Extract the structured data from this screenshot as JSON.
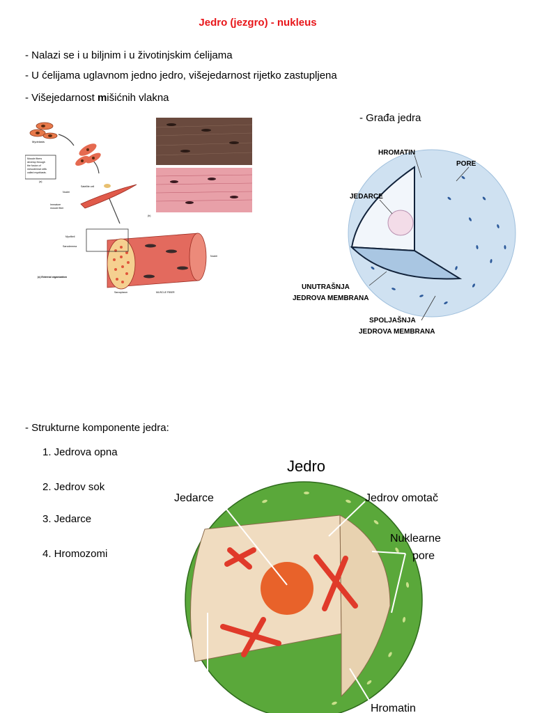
{
  "title": "Jedro (jezgro) - nukleus",
  "bullets": [
    "- Nalazi se i u biljnim i u životinjskim ćelijama",
    "- U ćelijama uglavnom jedno jedro, višejedarnost rijetko zastupljena"
  ],
  "muscle_line": {
    "prefix": "- Višejedarnost ",
    "bold": "m",
    "suffix": "išićnih vlakna"
  },
  "grada_label": "- Građa jedra",
  "nucleus1_labels": {
    "hromatin": "HROMATIN",
    "pore": "PORE",
    "jedarce": "JEDARCE",
    "inner_membrane_1": "UNUTRAŠNJA",
    "inner_membrane_2": "JEDROVA MEMBRANA",
    "outer_membrane_1": "SPOLJAŠNJA",
    "outer_membrane_2": "JEDROVA MEMBRANA"
  },
  "muscle_labels": {
    "myoblasts": "Myoblasts",
    "note": [
      "Muscle fibers",
      "develop through",
      "the fusion of",
      "mesodermal cells",
      "called myoblasts."
    ],
    "note_tag": "(a)",
    "satellite": "Satellite cell",
    "nuclei_small": "Nuclei",
    "immature_1": "Immature",
    "immature_2": "muscle fiber",
    "b_tag": "(b)",
    "myofibril": "Myofibril",
    "sarcolemma": "Sarcolemma",
    "nuclei": "Nuclei",
    "external": "(c) External organization",
    "sarcoplasm": "Sarcoplasm",
    "muscle_fiber": "MUSCLE FIBER"
  },
  "components_heading": "- Strukturne komponente jedra:",
  "components": [
    "1. Jedrova opna",
    "2. Jedrov sok",
    "3. Jedarce",
    "4. Hromozomi"
  ],
  "nucleus2_labels": {
    "title": "Jedro",
    "jedarce": "Jedarce",
    "omotac": "Jedrov omotač",
    "pore_1": "Nuklearne",
    "pore_2": "pore",
    "hromatin": "Hromatin"
  },
  "colors": {
    "title_red": "#e8161a",
    "nucleus_green": "#5aa83a",
    "muscle_red": "#d84a4a",
    "pore_blue": "#2d5a9a"
  }
}
